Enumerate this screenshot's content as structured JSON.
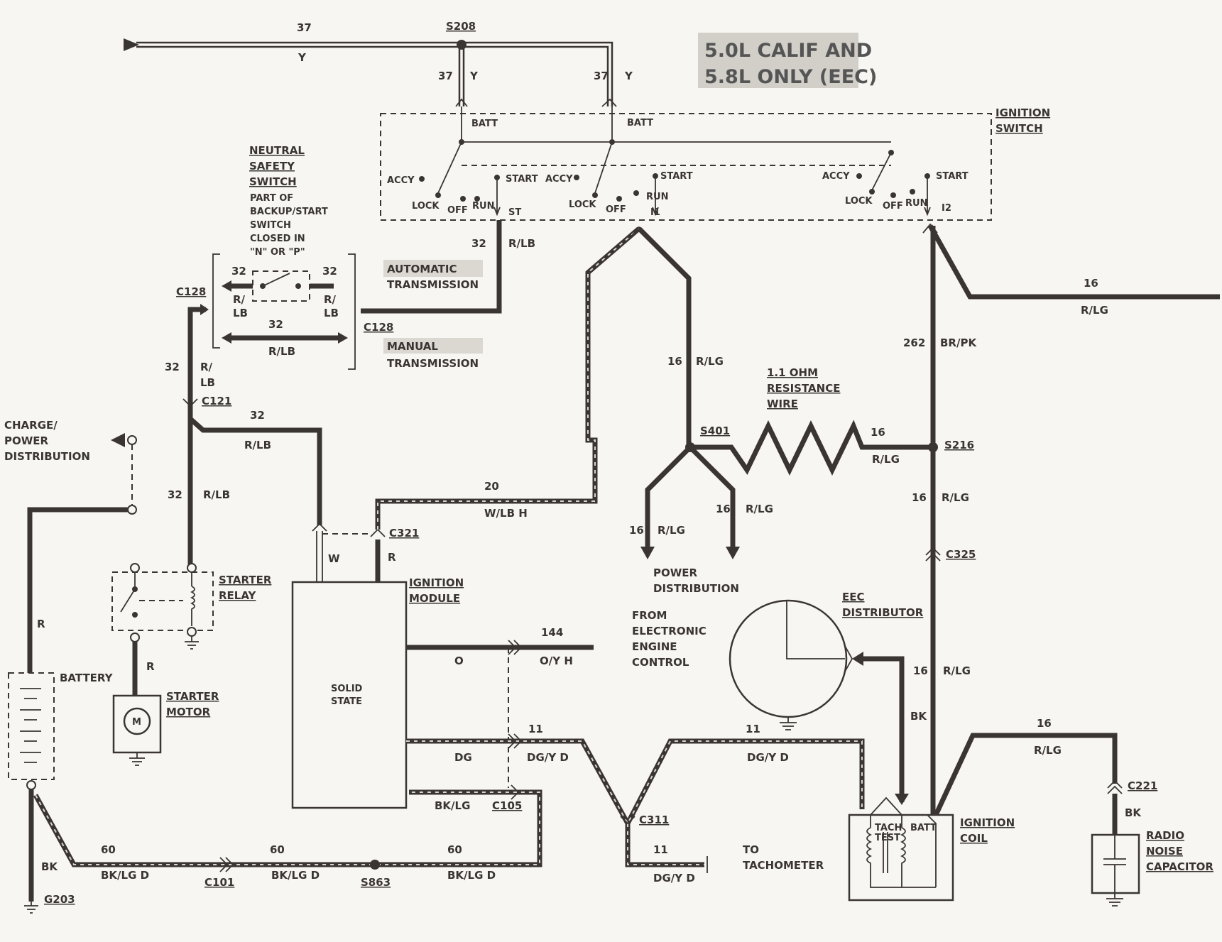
{
  "title_box": {
    "line1": "5.0L CALIF AND",
    "line2": "5.8L ONLY (EEC)"
  },
  "components": {
    "ignition_switch": [
      "IGNITION",
      "SWITCH"
    ],
    "neutral_safety": [
      "NEUTRAL",
      "SAFETY",
      "SWITCH"
    ],
    "neutral_note": [
      "PART OF",
      "BACKUP/START",
      "SWITCH",
      "CLOSED IN",
      "\"N\" OR \"P\""
    ],
    "auto_trans": [
      "AUTOMATIC",
      "TRANSMISSION"
    ],
    "manual_trans": [
      "MANUAL",
      "TRANSMISSION"
    ],
    "charge_dist": [
      "CHARGE/",
      "POWER",
      "DISTRIBUTION"
    ],
    "starter_relay": [
      "STARTER",
      "RELAY"
    ],
    "battery": "BATTERY",
    "starter_motor": [
      "STARTER",
      "MOTOR"
    ],
    "motor_symbol": "M",
    "ignition_module": [
      "IGNITION",
      "MODULE"
    ],
    "solid_state": [
      "SOLID",
      "STATE"
    ],
    "resistance_wire": [
      "1.1 OHM",
      "RESISTANCE",
      "WIRE"
    ],
    "power_dist": [
      "POWER",
      "DISTRIBUTION"
    ],
    "from_eec": [
      "FROM",
      "ELECTRONIC",
      "ENGINE",
      "CONTROL"
    ],
    "eec_distributor": [
      "EEC",
      "DISTRIBUTOR"
    ],
    "ignition_coil": [
      "IGNITION",
      "COIL"
    ],
    "tach_test": [
      "TACH",
      "TEST"
    ],
    "coil_batt": "BATT",
    "radio_capacitor": [
      "RADIO",
      "NOISE",
      "CAPACITOR"
    ],
    "to_tach": [
      "TO",
      "TACHOMETER"
    ]
  },
  "switch_terms": {
    "batt": "BATT",
    "accy": "ACCY",
    "lock": "LOCK",
    "off": "OFF",
    "run": "RUN",
    "start": "START",
    "st": "ST",
    "i1": "I1",
    "i2": "I2"
  },
  "connectors": {
    "s208": "S208",
    "c128a": "C128",
    "c128b": "C128",
    "c121": "C121",
    "c321": "C321",
    "s401": "S401",
    "s216": "S216",
    "c325": "C325",
    "c105": "C105",
    "c311": "C311",
    "c221": "C221",
    "c101": "C101",
    "s863": "S863",
    "g203": "G203"
  },
  "wires": [
    {
      "circuit": "37",
      "color": "Y"
    },
    {
      "circuit": "32",
      "color": "R/LB"
    },
    {
      "circuit": "16",
      "color": "R/LG"
    },
    {
      "circuit": "262",
      "color": "BR/PK"
    },
    {
      "circuit": "20",
      "color": "W/LB H"
    },
    {
      "circuit": "144",
      "color": "O/Y H"
    },
    {
      "circuit": "11",
      "color": "DG/Y D"
    },
    {
      "circuit": "60",
      "color": "BK/LG D"
    }
  ],
  "wire_labels": {
    "c37": "37",
    "y": "Y",
    "c32": "32",
    "rlb": "R/LB",
    "r": "R/",
    "lb": "LB",
    "c16": "16",
    "rlg": "R/LG",
    "c262": "262",
    "brpk": "BR/PK",
    "c20": "20",
    "wlbh": "W/LB H",
    "w": "W",
    "rr": "R",
    "c144": "144",
    "o": "O",
    "oyh": "O/Y H",
    "c11": "11",
    "dgyd": "DG/Y D",
    "dg": "DG",
    "bklg": "BK/LG",
    "c60": "60",
    "bklgd": "BK/LG D",
    "bk": "BK"
  }
}
